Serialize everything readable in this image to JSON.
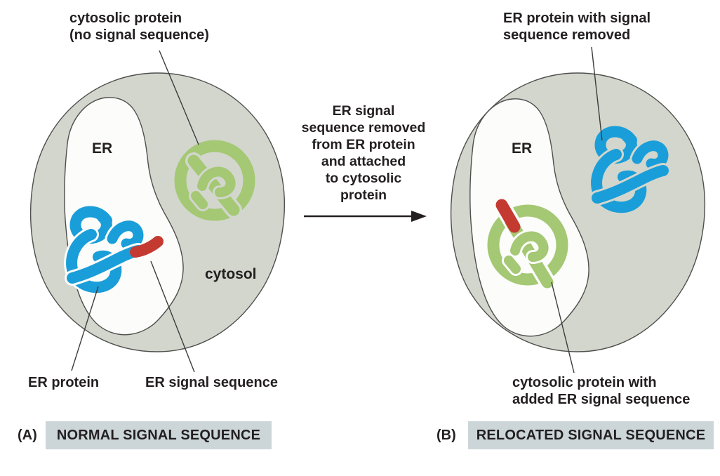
{
  "figure": {
    "colors": {
      "cell_fill": "#d2d6cd",
      "er_fill": "#fcfcfa",
      "protein_green": "#a4c873",
      "protein_blue": "#1a9ed9",
      "signal_red": "#c43a31",
      "caption_box": "#ccd6d9",
      "text": "#231f20",
      "outline": "#4f4f4d",
      "line": "#3c3c3c",
      "background": "#ffffff"
    },
    "panel_a": {
      "id": "(A)",
      "caption": "NORMAL SIGNAL SEQUENCE",
      "annotation_top": "cytosolic protein\n(no signal sequence)",
      "organelle_label": "ER",
      "region_label": "cytosol",
      "annotation_er_protein": "ER protein",
      "annotation_signal": "ER signal sequence"
    },
    "transition": {
      "text": "ER signal\nsequence removed\nfrom ER protein\nand attached\nto cytosolic\nprotein"
    },
    "panel_b": {
      "id": "(B)",
      "caption": "RELOCATED SIGNAL SEQUENCE",
      "annotation_top": "ER protein with signal\nsequence removed",
      "organelle_label": "ER",
      "annotation_bottom": "cytosolic protein with\nadded ER signal sequence"
    }
  }
}
